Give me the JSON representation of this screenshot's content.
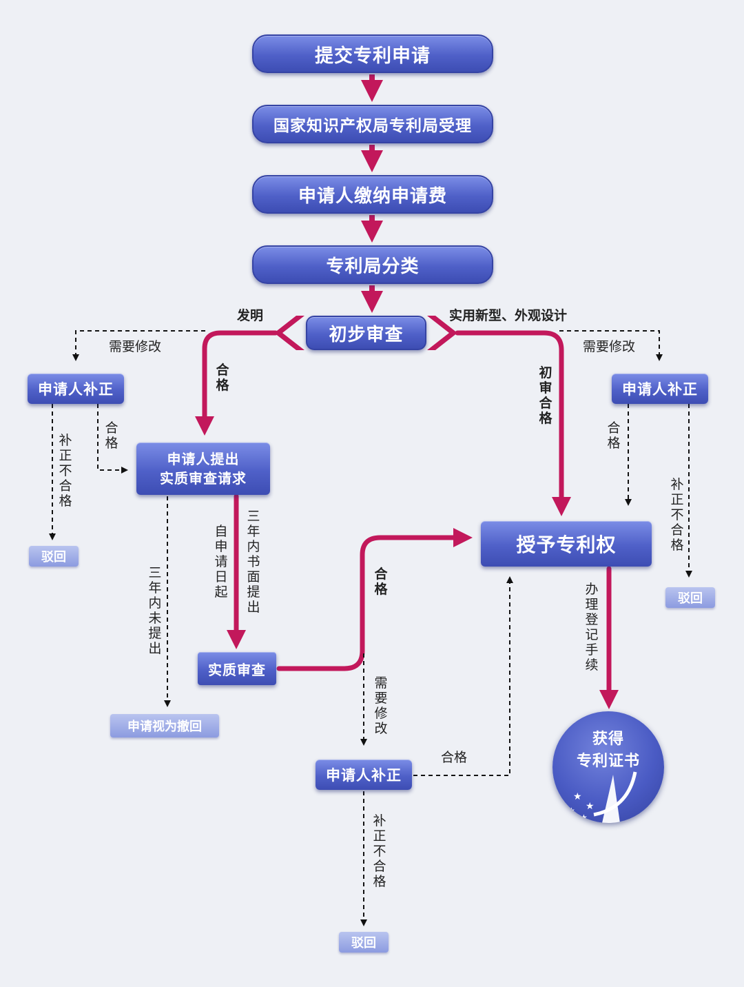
{
  "boxes": {
    "submit": "提交专利申请",
    "accept": "国家知识产权局专利局受理",
    "pay_fee": "申请人缴纳申请费",
    "classify": "专利局分类",
    "preliminary_exam": "初步审查",
    "left_correction": "申请人补正",
    "request_substantive": [
      "申请人提出",
      "实质审查请求"
    ],
    "substantive_exam": "实质审查",
    "grant": "授予专利权",
    "right_correction": "申请人补正",
    "bottom_correction": "申请人补正",
    "certificate": [
      "获得",
      "专利证书"
    ],
    "reject_left": "驳回",
    "reject_right": "驳回",
    "reject_bottom": "驳回",
    "deemed_withdrawn": "申请视为撤回"
  },
  "labels": {
    "invention": "发明",
    "utility_design": "实用新型、外观设计",
    "need_modify_left": "需要修改",
    "need_modify_right": "需要修改",
    "qualified_main": "合格",
    "qualified_left": "合格",
    "correction_failed_left": "补正不合格",
    "three_years_not_filed": "三年内未提出",
    "from_filing_date": "自申请日起",
    "within_three_years_written": "三年内书面提出",
    "prelim_qualified": "初审合格",
    "qualified_right": "合格",
    "correction_failed_right": "补正不合格",
    "qualified_substantive": "合格",
    "need_modify_bottom": "需要修改",
    "qualified_bottom": "合格",
    "correction_failed_bottom": "补正不合格",
    "registration": "办理登记手续"
  },
  "colors": {
    "box_blue": "#4f60c8",
    "arrow_red": "#c2185b",
    "dashed": "#222222",
    "background": "#eef0f5"
  }
}
